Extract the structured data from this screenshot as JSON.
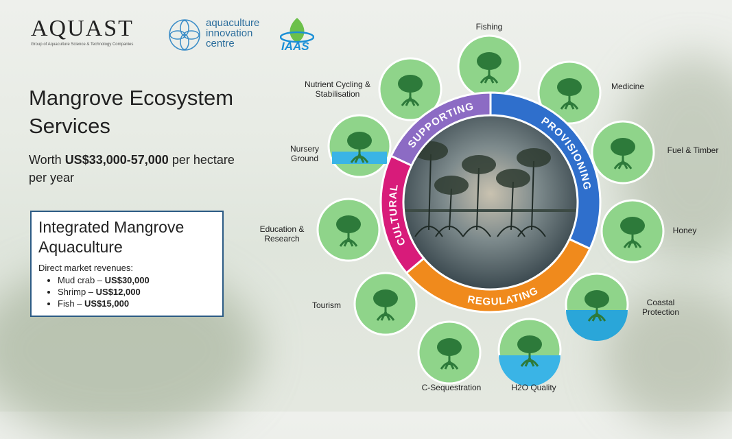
{
  "logos": {
    "aquast": "AQUAST",
    "aquast_tagline": "Group of Aquaculture Science & Technology Companies",
    "aic": [
      "aquaculture",
      "innovation",
      "centre"
    ],
    "iaas": "IAAS"
  },
  "title": "Mangrove Ecosystem Services",
  "worth": {
    "prefix": "Worth ",
    "value": "US$33,000-57,000",
    "suffix": " per hectare per year"
  },
  "box": {
    "title": "Integrated Mangrove Aquaculture",
    "subtitle": "Direct market revenues:",
    "items": [
      {
        "name": "Mud crab – ",
        "value": "US$30,000"
      },
      {
        "name": "Shrimp – ",
        "value": "US$12,000"
      },
      {
        "name": "Fish – ",
        "value": "US$15,000"
      }
    ]
  },
  "ring": [
    {
      "label": "SUPPORTING",
      "color": "#8c6bc4"
    },
    {
      "label": "PROVISIONING",
      "color": "#2f6fcc"
    },
    {
      "label": "REGULATING",
      "color": "#f08a1c"
    },
    {
      "label": "CULTURAL",
      "color": "#d81b7a"
    }
  ],
  "services": [
    {
      "label": "Fishing",
      "icon": "fish-icon"
    },
    {
      "label": "Medicine",
      "icon": "medicine-icon"
    },
    {
      "label": "Fuel & Timber",
      "icon": "fuel-timber-icon"
    },
    {
      "label": "Honey",
      "icon": "honey-icon"
    },
    {
      "label": "Coastal Protection",
      "icon": "coastal-protection-icon"
    },
    {
      "label": "H2O Quality",
      "icon": "water-quality-icon"
    },
    {
      "label": "C-Sequestration",
      "icon": "carbon-sequestration-icon"
    },
    {
      "label": "Tourism",
      "icon": "tourism-icon"
    },
    {
      "label": "Education & Research",
      "icon": "microscope-icon"
    },
    {
      "label": "Nursery Ground",
      "icon": "nursery-icon"
    },
    {
      "label": "Nutrient Cycling & Stabilisation",
      "icon": "nutrient-cycle-icon"
    }
  ],
  "colors": {
    "icon_bg": "#8fd48a",
    "tree": "#2d7a3a",
    "box_border": "#2b5a84"
  }
}
